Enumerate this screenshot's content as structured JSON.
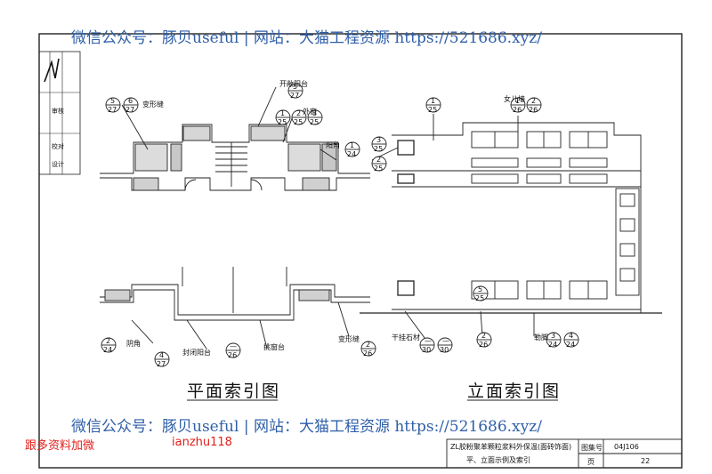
{
  "watermark": {
    "line_top": "微信公众号：豚贝useful | 网站：大猫工程资源 https://521686.xyz/",
    "line_bottom": "微信公众号：豚贝useful | 网站：大猫工程资源 https://521686.xyz/"
  },
  "contact": {
    "text": "跟多资料加微",
    "id": "ianzhu118"
  },
  "captions": {
    "plan": "平面索引图",
    "elevation": "立面索引图"
  },
  "title_block": {
    "title_line1": "ZL胶粉聚苯颗粒浆料外保温(面砖饰面)",
    "title_line2": "平、立面示例及索引",
    "atlas_label": "图集号",
    "atlas_no": "04J106",
    "page_label": "页",
    "page_no": "22"
  },
  "side_strip": [
    "审核",
    "校对",
    "设计"
  ],
  "plan_labels": {
    "open_balcony": "开敞阳台",
    "deformation_joint_top": "变形缝",
    "outer_window": "外窗",
    "outer_corner": "阳角",
    "inner_corner": "阴角",
    "closed_balcony": "封闭阳台",
    "bay_window": "挑窗台",
    "deformation_joint_bottom": "变形缝"
  },
  "elevation_labels": {
    "parapet": "女儿墙",
    "dry_stone": "干挂石材",
    "plinth": "勒脚"
  },
  "index_marks": {
    "plan": [
      {
        "top": "5",
        "bottom": "27"
      },
      {
        "top": "6",
        "bottom": "27"
      },
      {
        "top": "1",
        "bottom": "25"
      },
      {
        "top": "2",
        "bottom": "25"
      },
      {
        "top": "3",
        "bottom": "25"
      },
      {
        "top": "1",
        "bottom": "24"
      },
      {
        "top": "2",
        "bottom": "24"
      },
      {
        "top": "4",
        "bottom": "27"
      },
      {
        "top": "—",
        "bottom": "26"
      },
      {
        "top": "2",
        "bottom": "26"
      }
    ],
    "elevation": [
      {
        "top": "1",
        "bottom": "25"
      },
      {
        "top": "3",
        "bottom": "25"
      },
      {
        "top": "2",
        "bottom": "25"
      },
      {
        "top": "1",
        "bottom": "26"
      },
      {
        "top": "2",
        "bottom": "26"
      },
      {
        "top": "5",
        "bottom": "25"
      },
      {
        "top": "—",
        "bottom": "30"
      },
      {
        "top": "3",
        "bottom": "24"
      },
      {
        "top": "4",
        "bottom": "24"
      }
    ]
  }
}
